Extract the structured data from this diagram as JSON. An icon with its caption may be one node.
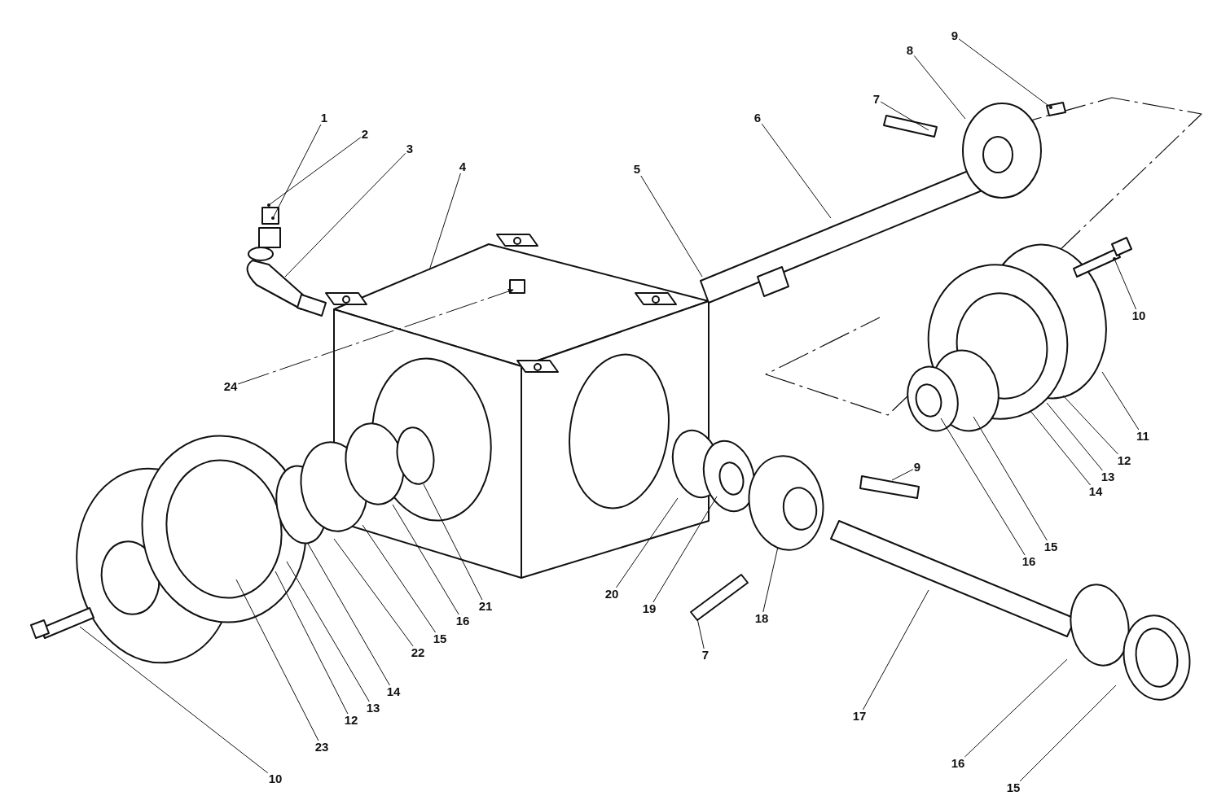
{
  "diagram": {
    "nodes": [
      {
        "text": [
          "1"
        ]
      },
      {
        "text": [
          "2"
        ]
      },
      {
        "text": [
          "3"
        ]
      },
      {
        "text": [
          "4"
        ]
      },
      {
        "text": [
          "5"
        ]
      },
      {
        "text": [
          "6"
        ]
      },
      {
        "text": [
          "7"
        ]
      },
      {
        "text": [
          "8"
        ]
      },
      {
        "text": [
          "9"
        ]
      },
      {
        "text": [
          "10"
        ]
      },
      {
        "text": [
          "11"
        ]
      },
      {
        "text": [
          "12"
        ]
      },
      {
        "text": [
          "13"
        ]
      },
      {
        "text": [
          "14"
        ]
      },
      {
        "text": [
          "15"
        ]
      },
      {
        "text": [
          "16"
        ]
      },
      {
        "text": [
          "24"
        ]
      },
      {
        "text": [
          "9"
        ]
      },
      {
        "text": [
          "20"
        ]
      },
      {
        "text": [
          "19"
        ]
      },
      {
        "text": [
          "18"
        ]
      },
      {
        "text": [
          "7"
        ]
      },
      {
        "text": [
          "21"
        ]
      },
      {
        "text": [
          "16"
        ]
      },
      {
        "text": [
          "15"
        ]
      },
      {
        "text": [
          "22"
        ]
      },
      {
        "text": [
          "14"
        ]
      },
      {
        "text": [
          "13"
        ]
      },
      {
        "text": [
          "12"
        ]
      },
      {
        "text": [
          "23"
        ]
      },
      {
        "text": [
          "10"
        ]
      },
      {
        "text": [
          "17"
        ]
      },
      {
        "text": [
          "16"
        ]
      },
      {
        "text": [
          "15"
        ]
      }
    ],
    "edges": [
      {
        "from": 0,
        "to": null,
        "arrow": "other"
      },
      {
        "from": 1,
        "to": null,
        "arrow": "other"
      },
      {
        "from": 2,
        "to": null,
        "arrow": "none"
      },
      {
        "from": 3,
        "to": null,
        "arrow": "none"
      },
      {
        "from": 4,
        "to": null,
        "arrow": "none"
      },
      {
        "from": 5,
        "to": null,
        "arrow": "none"
      },
      {
        "from": 6,
        "to": null,
        "arrow": "none"
      },
      {
        "from": 7,
        "to": null,
        "arrow": "none"
      },
      {
        "from": 8,
        "to": null,
        "arrow": "other"
      },
      {
        "from": 9,
        "to": null,
        "arrow": "other"
      },
      {
        "from": 10,
        "to": null,
        "arrow": "none"
      },
      {
        "from": 11,
        "to": null,
        "arrow": "none"
      },
      {
        "from": 12,
        "to": null,
        "arrow": "none"
      },
      {
        "from": 13,
        "to": null,
        "arrow": "none"
      },
      {
        "from": 14,
        "to": null,
        "arrow": "none"
      },
      {
        "from": 15,
        "to": null,
        "arrow": "none"
      },
      {
        "from": 16,
        "to": null,
        "arrow": "to",
        "style": "dashed"
      },
      {
        "from": 17,
        "to": null,
        "arrow": "none"
      },
      {
        "from": 18,
        "to": null,
        "arrow": "none"
      },
      {
        "from": 19,
        "to": null,
        "arrow": "none"
      },
      {
        "from": 20,
        "to": null,
        "arrow": "none"
      },
      {
        "from": 21,
        "to": null,
        "arrow": "none"
      },
      {
        "from": 22,
        "to": null,
        "arrow": "none"
      },
      {
        "from": 23,
        "to": null,
        "arrow": "none"
      },
      {
        "from": 24,
        "to": null,
        "arrow": "none"
      },
      {
        "from": 25,
        "to": null,
        "arrow": "none"
      },
      {
        "from": 26,
        "to": null,
        "arrow": "none"
      },
      {
        "from": 27,
        "to": null,
        "arrow": "none"
      },
      {
        "from": 28,
        "to": null,
        "arrow": "none"
      },
      {
        "from": 29,
        "to": null,
        "arrow": "none"
      },
      {
        "from": 30,
        "to": null,
        "arrow": "none"
      },
      {
        "from": 31,
        "to": null,
        "arrow": "none"
      },
      {
        "from": 32,
        "to": null,
        "arrow": "none"
      },
      {
        "from": 33,
        "to": null,
        "arrow": "none"
      }
    ]
  }
}
